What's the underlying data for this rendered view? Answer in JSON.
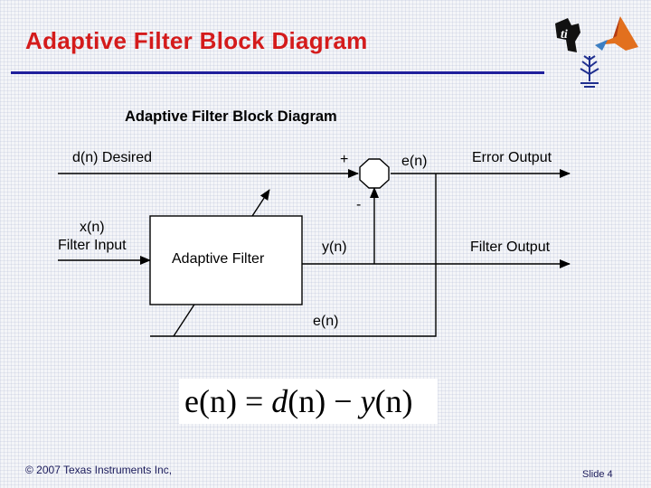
{
  "slide": {
    "title": "Adaptive Filter Block Diagram",
    "footer_copyright": "© 2007 Texas Instruments Inc,",
    "slide_number": "Slide 4"
  },
  "diagram": {
    "title": "Adaptive  Filter  Block  Diagram",
    "desired_label": "d(n)  Desired",
    "plus_sign": "+",
    "minus_sign": "-",
    "error_signal_top": "e(n)",
    "error_output_label": "Error  Output",
    "input_signal": "x(n)",
    "filter_input_label": "Filter  Input",
    "filter_box_label": "Adaptive  Filter",
    "output_signal": "y(n)",
    "filter_output_label": "Filter  Output",
    "error_signal_feedback": "e(n)"
  },
  "equation": {
    "lhs": "e(n)",
    "eq": " = ",
    "d": "d",
    "d_arg": "(n)",
    "minus": " − ",
    "y": "y",
    "y_arg": "(n)"
  },
  "colors": {
    "title_red": "#d41b1b",
    "rule_blue": "#1f1f9c",
    "footer_text": "#1a1a5a"
  },
  "icons": [
    "ti-logo-icon",
    "matlab-logo-icon",
    "university-emblem-icon"
  ]
}
